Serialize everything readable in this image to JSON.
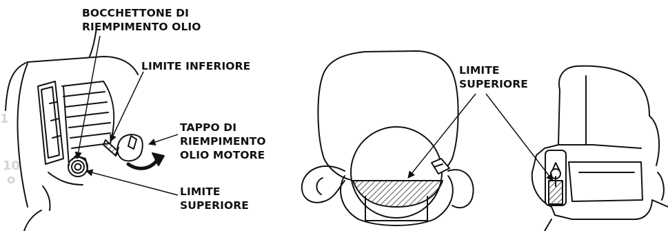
{
  "labels": {
    "fill_neck": [
      "BOCCHETTONE DI",
      "RIEMPIMENTO OLIO"
    ],
    "lower_limit": [
      "LIMITE INFERIORE"
    ],
    "fill_cap": [
      "TAPPO DI",
      "RIEMPIMENTO",
      "OLIO MOTORE"
    ],
    "upper_limit_left": [
      "LIMITE",
      "SUPERIORE"
    ],
    "upper_limit_right": [
      "LIMITE",
      "SUPERIORE"
    ]
  },
  "colors": {
    "ink": "#111111",
    "background": "#ffffff",
    "faint_text": "#d4d4d4"
  }
}
